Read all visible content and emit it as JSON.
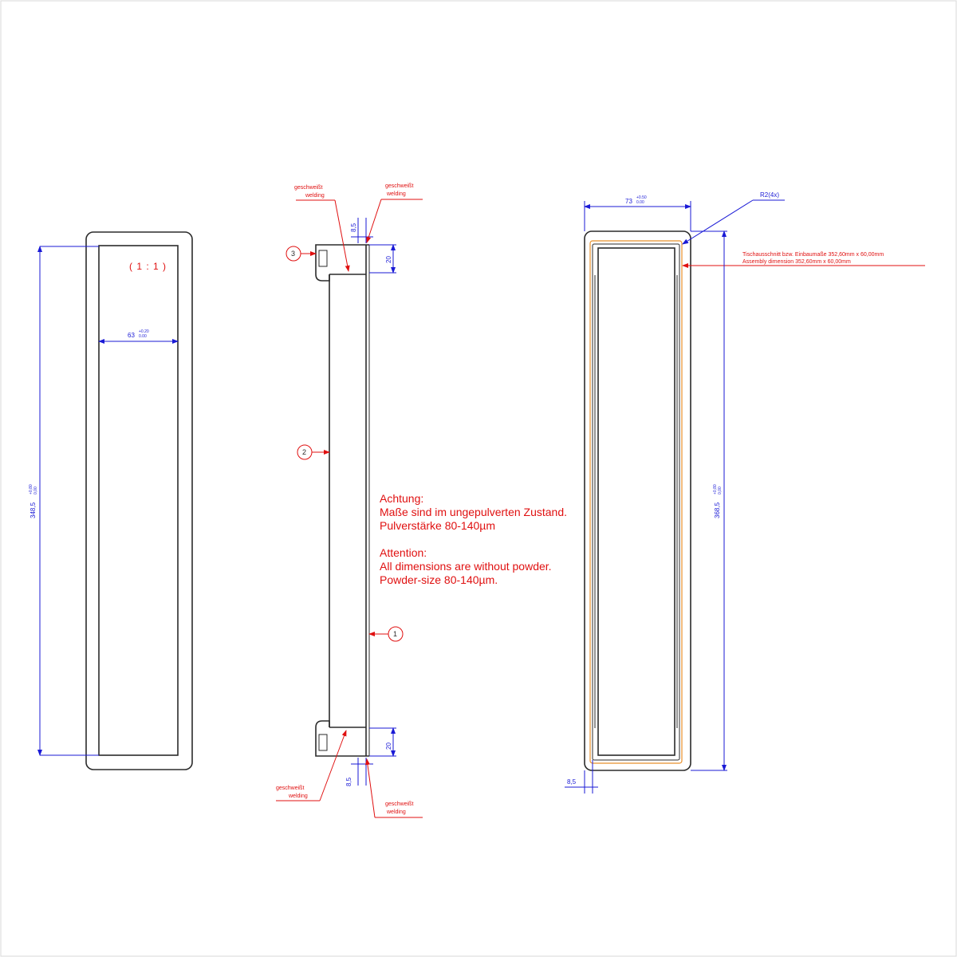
{
  "left_view": {
    "scale": "( 1 : 1 )",
    "width_dim": {
      "value": "63",
      "tol_upper": "+0.20",
      "tol_lower": "0.00"
    },
    "height_dim": {
      "value": "348,5",
      "tol_upper": "+0,80",
      "tol_lower": "0,00"
    }
  },
  "middle_view": {
    "weld_label_de": "geschweißt",
    "weld_label_en": "welding",
    "dim_top_small": "8,5",
    "dim_top_flange": "20",
    "dim_bottom_small": "8,5",
    "dim_bottom_flange": "20",
    "balloons": [
      "1",
      "2",
      "3"
    ]
  },
  "note": {
    "de_title": "Achtung:",
    "de_line1": "Maße sind im ungepulverten Zustand.",
    "de_line2": "Pulverstärke 80-140µm",
    "en_title": "Attention:",
    "en_line1": "All dimensions are without powder.",
    "en_line2": "Powder-size 80-140µm."
  },
  "right_view": {
    "width_dim": {
      "value": "73",
      "tol_upper": "+0.50",
      "tol_lower": "0.00"
    },
    "radius_label": "R2(4x)",
    "cutout_de": "Tischausschnitt bzw. Einbaumaße 352,60mm x 60,00mm",
    "cutout_en": "Assembly dimension 352,60mm x 60,00mm",
    "height_dim": {
      "value": "368,5",
      "tol_upper": "+0,80",
      "tol_lower": "0,00"
    },
    "dim_bottom_small": "8,5"
  }
}
